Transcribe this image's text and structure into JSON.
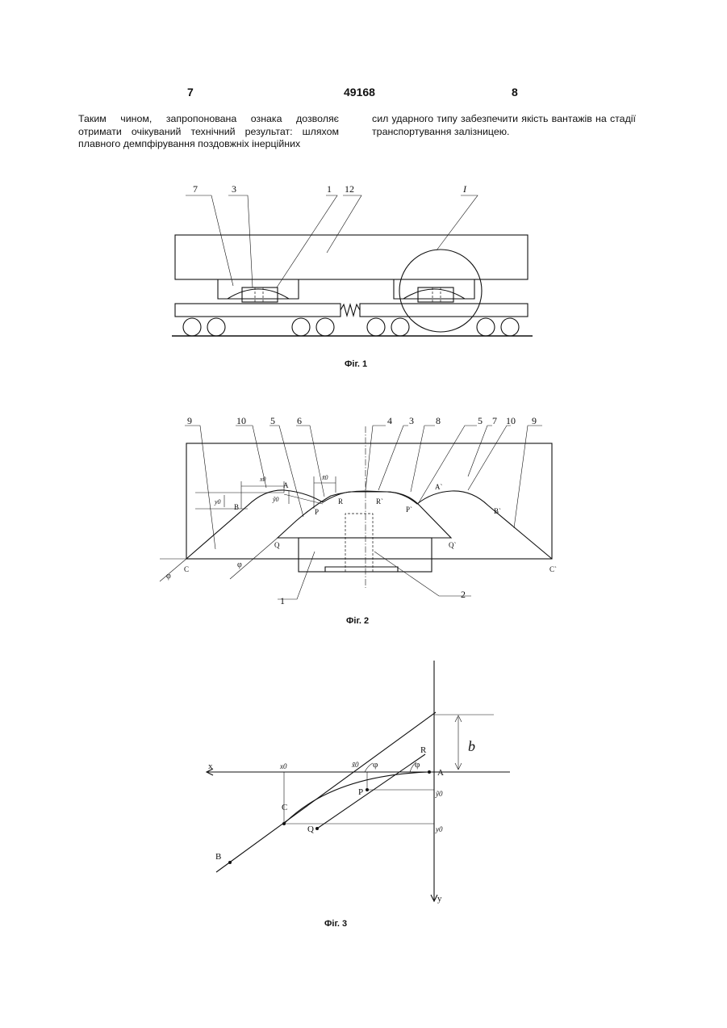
{
  "header": {
    "page_left": "7",
    "patent_number": "49168",
    "page_right": "8"
  },
  "text": {
    "left_column": "Таким чином, запропонована ознака дозволяє отримати очікуваний технічний результат: шляхом плавного демпфірування поздовжніх інерційних",
    "right_column": "сил ударного типу забезпечити якість вантажів на стадії транспортування залізницею."
  },
  "fig1": {
    "caption": "Фіг. 1",
    "labels": [
      "7",
      "3",
      "1",
      "12",
      "I"
    ]
  },
  "fig2": {
    "caption": "Фіг. 2",
    "top_labels": [
      "9",
      "10",
      "5",
      "6",
      "4",
      "3",
      "8",
      "5",
      "7",
      "10",
      "9"
    ],
    "points": {
      "A": "A",
      "A2": "A`",
      "B": "B",
      "B2": "B`",
      "C": "C",
      "C2": "C`",
      "P": "P",
      "P2": "P`",
      "R": "R",
      "R2": "R`",
      "Q": "Q",
      "Q2": "Q`"
    },
    "dims": {
      "x0": "x0",
      "x0t": "x̃0",
      "y0": "y0",
      "y0t": "ỹ0"
    },
    "angle": "φ",
    "bottom_labels": [
      "1",
      "2"
    ]
  },
  "fig3": {
    "caption": "Фіг. 3",
    "axes": {
      "x": "x",
      "y": "y"
    },
    "points": {
      "A": "A",
      "B": "B",
      "C": "C",
      "P": "P",
      "Q": "Q",
      "R": "R"
    },
    "ticks": {
      "x0": "x0",
      "x0t": "x̃0",
      "y0": "y0",
      "y0t": "ỹ0"
    },
    "dimension": "b",
    "angle": "φ"
  }
}
